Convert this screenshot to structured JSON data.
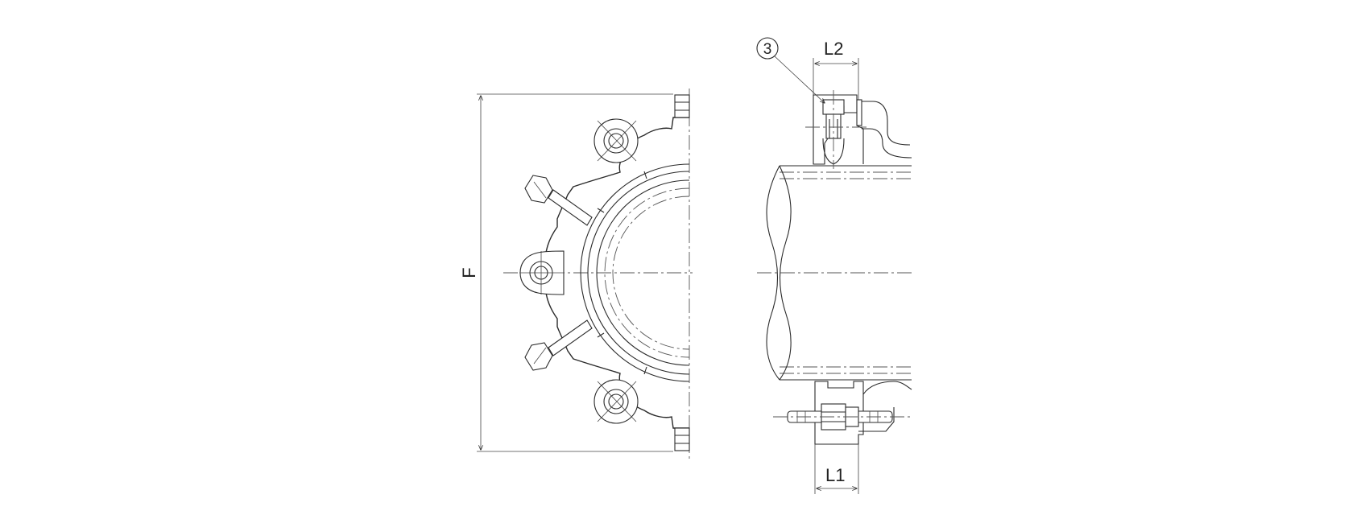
{
  "labels": {
    "dim_f": "F",
    "dim_l1": "L1",
    "dim_l2": "L2",
    "part_3": "3"
  }
}
